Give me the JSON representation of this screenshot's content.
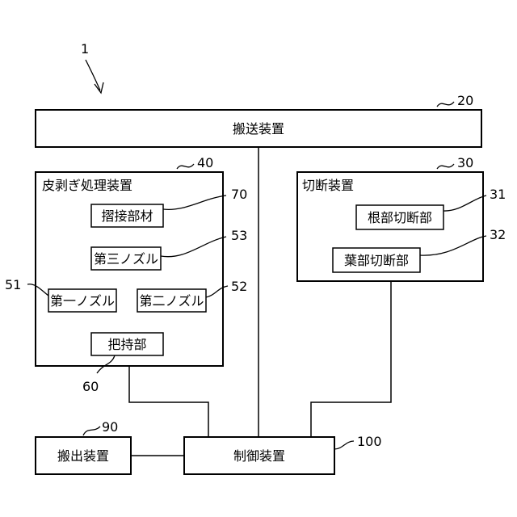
{
  "diagram": {
    "system_ref": "1",
    "conveyor": {
      "label": "搬送装置",
      "ref": "20"
    },
    "peeling": {
      "label": "皮剥ぎ処理装置",
      "ref": "40"
    },
    "cutting": {
      "label": "切断装置",
      "ref": "30"
    },
    "contact_member": {
      "label": "摺接部材",
      "ref": "70"
    },
    "third_nozzle": {
      "label": "第三ノズル",
      "ref": "53"
    },
    "first_nozzle": {
      "label": "第一ノズル",
      "ref": "51"
    },
    "second_nozzle": {
      "label": "第二ノズル",
      "ref": "52"
    },
    "holder": {
      "label": "把持部",
      "ref": "60"
    },
    "root_cutter": {
      "label": "根部切断部",
      "ref": "31"
    },
    "leaf_cutter": {
      "label": "葉部切断部",
      "ref": "32"
    },
    "unloader": {
      "label": "搬出装置",
      "ref": "90"
    },
    "controller": {
      "label": "制御装置",
      "ref": "100"
    }
  }
}
